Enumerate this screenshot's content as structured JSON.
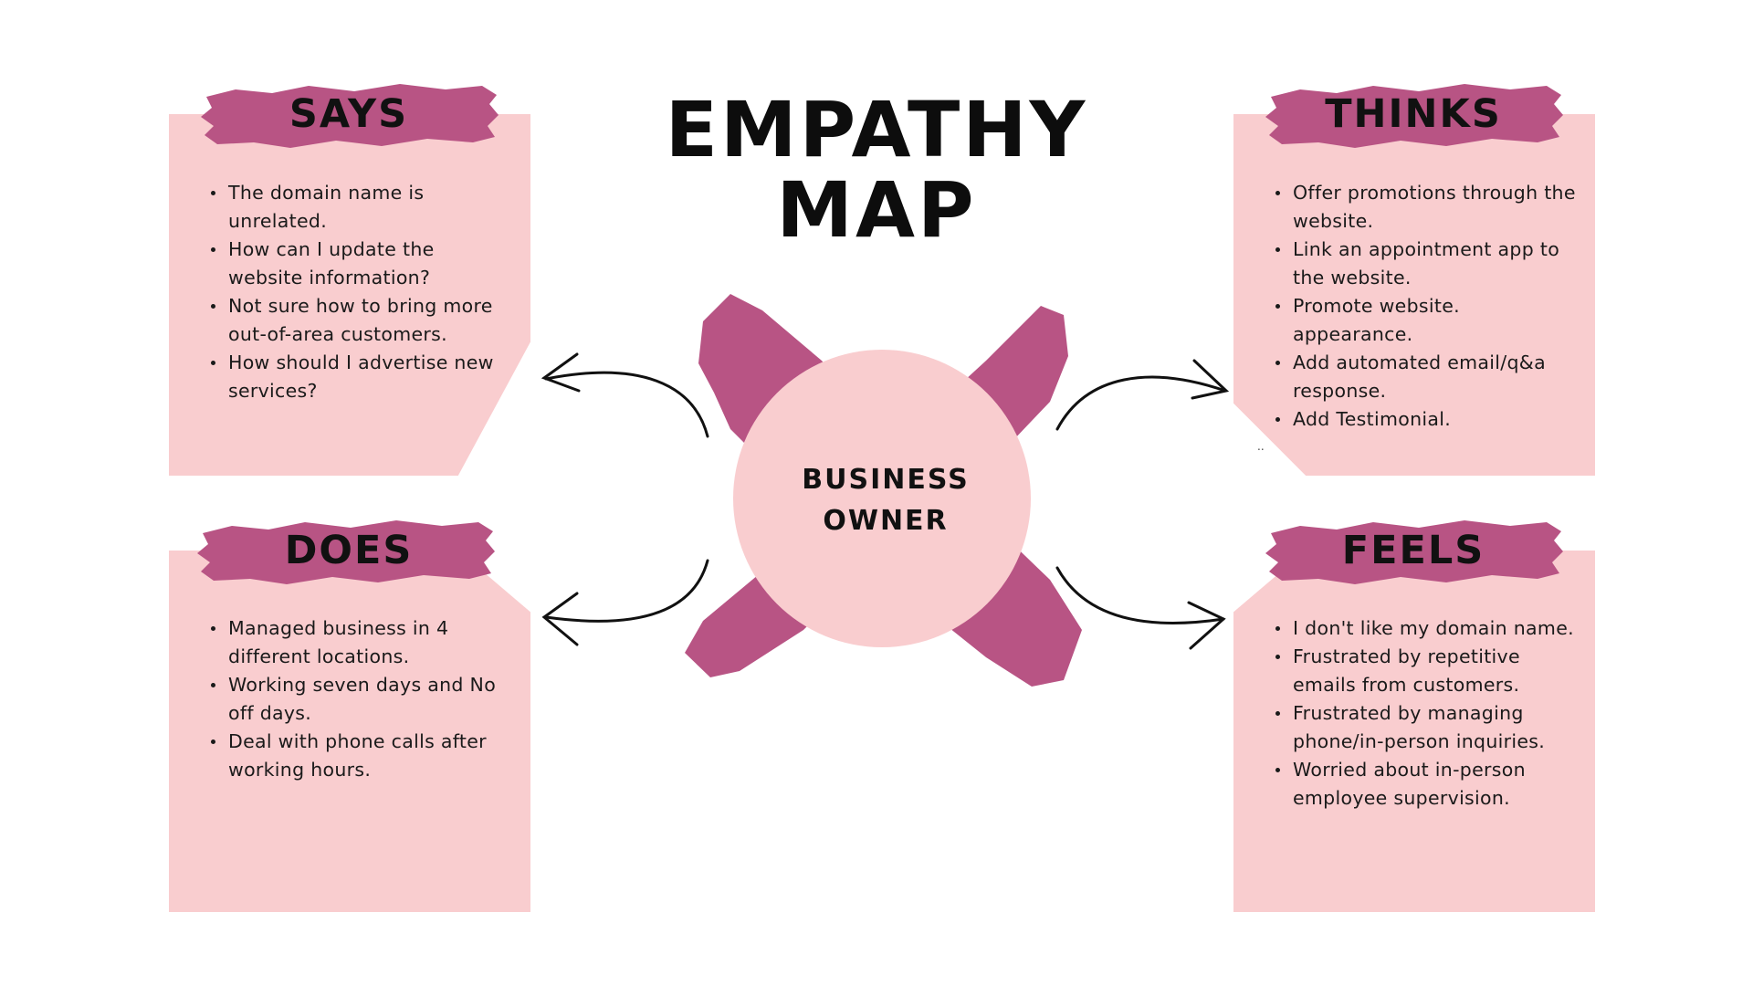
{
  "title": {
    "line1": "EMPATHY",
    "line2": "MAP"
  },
  "center": {
    "line1": "BUSINESS",
    "line2": "OWNER"
  },
  "colors": {
    "box": "#f9cdcf",
    "brush": "#b85484",
    "circle": "#f9cdcf",
    "text": "#111111"
  },
  "quadrants": {
    "says": {
      "label": "SAYS",
      "items": [
        "The domain name is unrelated.",
        "How can I update the website information?",
        "Not sure how to bring more out-of-area customers.",
        "How should I advertise new services?"
      ]
    },
    "thinks": {
      "label": "THINKS",
      "items": [
        "Offer promotions through the website.",
        "Link an appointment app to the website.",
        "Promote website. appearance.",
        "Add automated email/q&a response.",
        "Add Testimonial."
      ]
    },
    "does": {
      "label": "DOES",
      "items": [
        "Managed business in 4 different locations.",
        "Working seven days and No off days.",
        "Deal with phone calls after working hours."
      ]
    },
    "feels": {
      "label": "FEELS",
      "items": [
        "I don't like my domain name.",
        "Frustrated by repetitive emails from customers.",
        "Frustrated by managing phone/in-person inquiries.",
        "Worried about in-person employee supervision."
      ]
    }
  },
  "stray_mark": ".."
}
